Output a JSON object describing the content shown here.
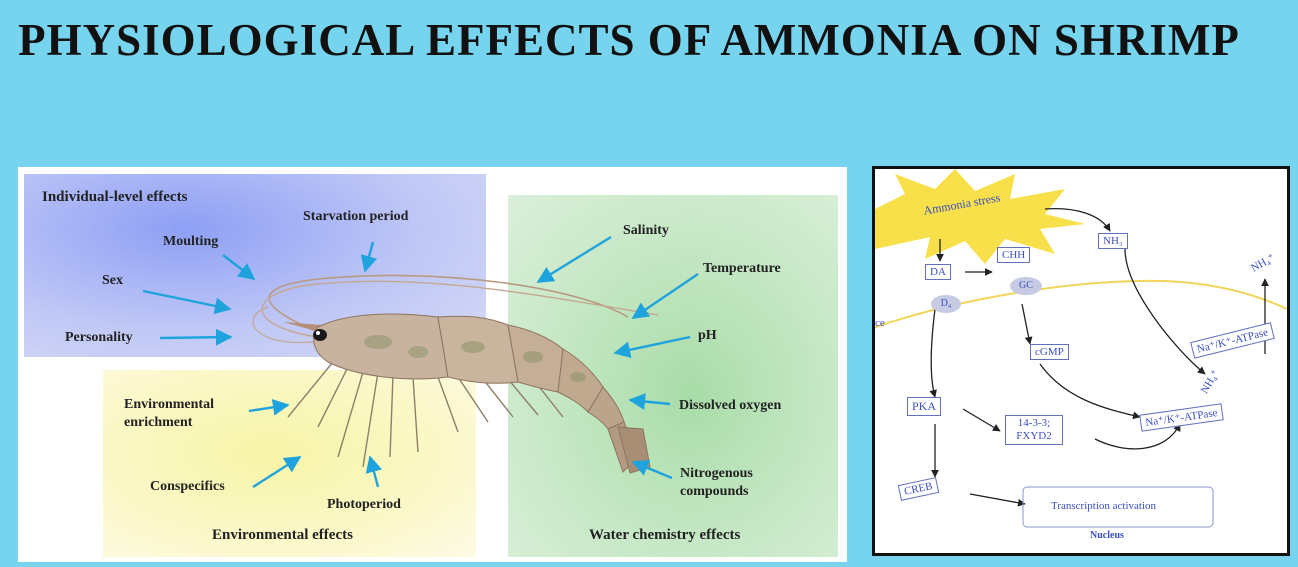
{
  "slide": {
    "title": "PHYSIOLOGICAL EFFECTS OF AMMONIA ON SHRIMP"
  },
  "colors": {
    "background": "#77d4ee",
    "individual_region": "#bfc7f6",
    "environmental_region": "#fbf8c9",
    "water_region": "#c7e8c6",
    "arrow": "#1ea3dd",
    "pathway_text": "#3a4fbf",
    "stress_burst": "#f8e04a",
    "membrane": "#f2d65a"
  },
  "left_figure": {
    "individual": {
      "heading": "Individual-level effects",
      "labels": [
        "Moulting",
        "Starvation period",
        "Sex",
        "Personality"
      ]
    },
    "environmental": {
      "heading": "Environmental effects",
      "labels": [
        "Environmental enrichment",
        "Conspecifics",
        "Photoperiod"
      ]
    },
    "water": {
      "heading": "Water chemistry effects",
      "labels": [
        "Salinity",
        "Temperature",
        "pH",
        "Dissolved oxygen",
        "Nitrogenous compounds"
      ]
    },
    "icons": {
      "shrimp": "shrimp-illustration",
      "arrows": "arrow-icon"
    }
  },
  "pathway": {
    "stress": "Ammonia stress",
    "ce": "ce",
    "nodes": {
      "da": "DA",
      "chh": "CHH",
      "nh3": "NH₃",
      "d4": "D₄",
      "gc": "GC",
      "nh4_top": "NH₄⁺",
      "atpase1": "Na⁺/K⁺-ATPase",
      "cgmp": "cGMP",
      "nh4_mid": "NH₄⁺",
      "pka": "PKA",
      "fxyd": "14-3-3;\nFXYD2",
      "atpase2": "Na⁺/K⁺-ATPase",
      "creb": "CREB",
      "transcription": "Transcription activation",
      "nucleus": "Nucleus"
    }
  }
}
